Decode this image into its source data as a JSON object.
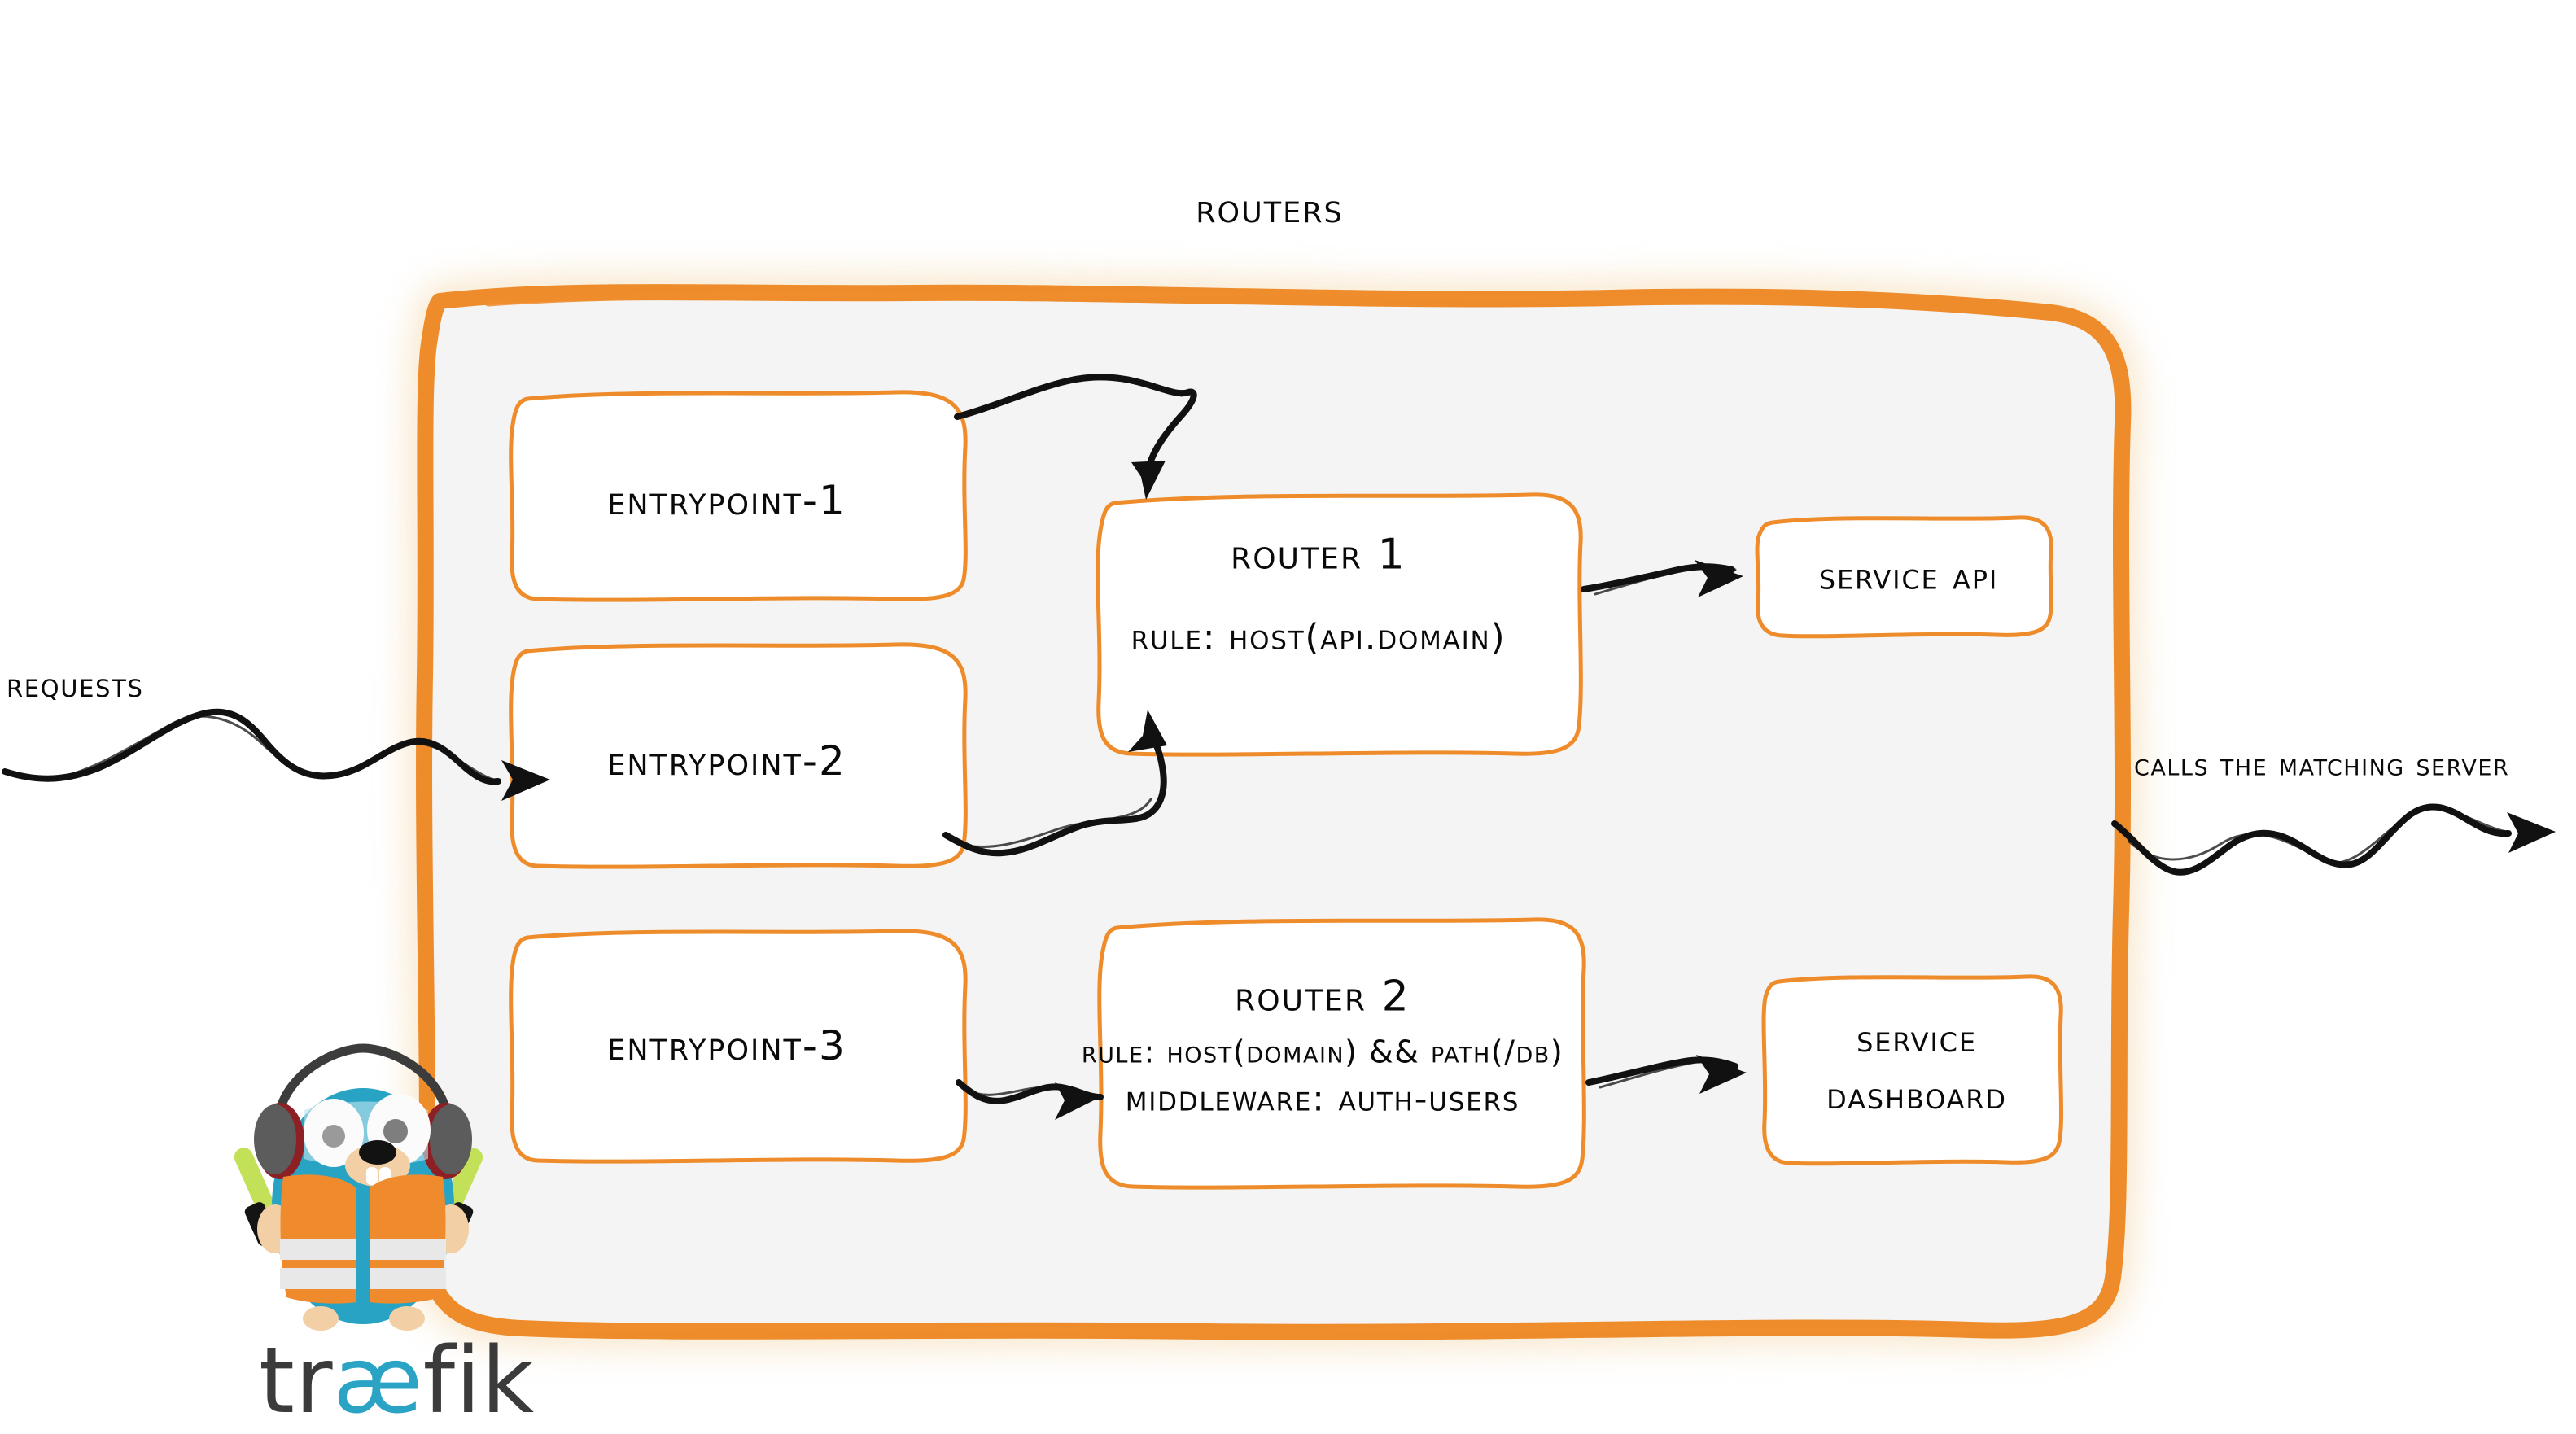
{
  "diagram": {
    "title": "Routers",
    "product": "traefik",
    "colors": {
      "accent_orange": "#ee8c2b",
      "container_fill": "#f4f4f4",
      "box_fill": "#ffffff",
      "ink": "#0a0a0a",
      "gopher_body": "#29a3c4",
      "vest_orange": "#ef8b2c",
      "baton_green": "#c3e158",
      "wordmark_dark": "#3b3b3b",
      "wordmark_ae": "#2aa3c4"
    }
  },
  "flow": {
    "inbound_label": "Requests",
    "outbound_label": "Calls the matching server"
  },
  "entrypoints": [
    {
      "name": "entrypoint-1"
    },
    {
      "name": "entrypoint-2"
    },
    {
      "name": "entrypoint-3"
    }
  ],
  "routers": [
    {
      "name": "Router 1",
      "rule": "rule: Host(api.domain)",
      "middleware": null
    },
    {
      "name": "Router 2",
      "rule": "rule: Host(domain) && Path(/db)",
      "middleware": "Middleware: auth-users"
    }
  ],
  "services": [
    {
      "name": "Service API",
      "lines": [
        "Service API"
      ]
    },
    {
      "name": "Service Dashboard",
      "lines": [
        "Service",
        "Dashboard"
      ]
    }
  ],
  "connections": [
    {
      "from": "entrypoint-1",
      "to": "Router 1",
      "style": "sketch-arrow"
    },
    {
      "from": "entrypoint-2",
      "to": "Router 1",
      "style": "sketch-arrow"
    },
    {
      "from": "entrypoint-3",
      "to": "Router 2",
      "style": "sketch-arrow"
    },
    {
      "from": "Router 1",
      "to": "Service API",
      "style": "sketch-arrow"
    },
    {
      "from": "Router 2",
      "to": "Service Dashboard",
      "style": "sketch-arrow"
    }
  ],
  "wordmark": {
    "pre": "tr",
    "ae": "æ",
    "post": "fik"
  }
}
